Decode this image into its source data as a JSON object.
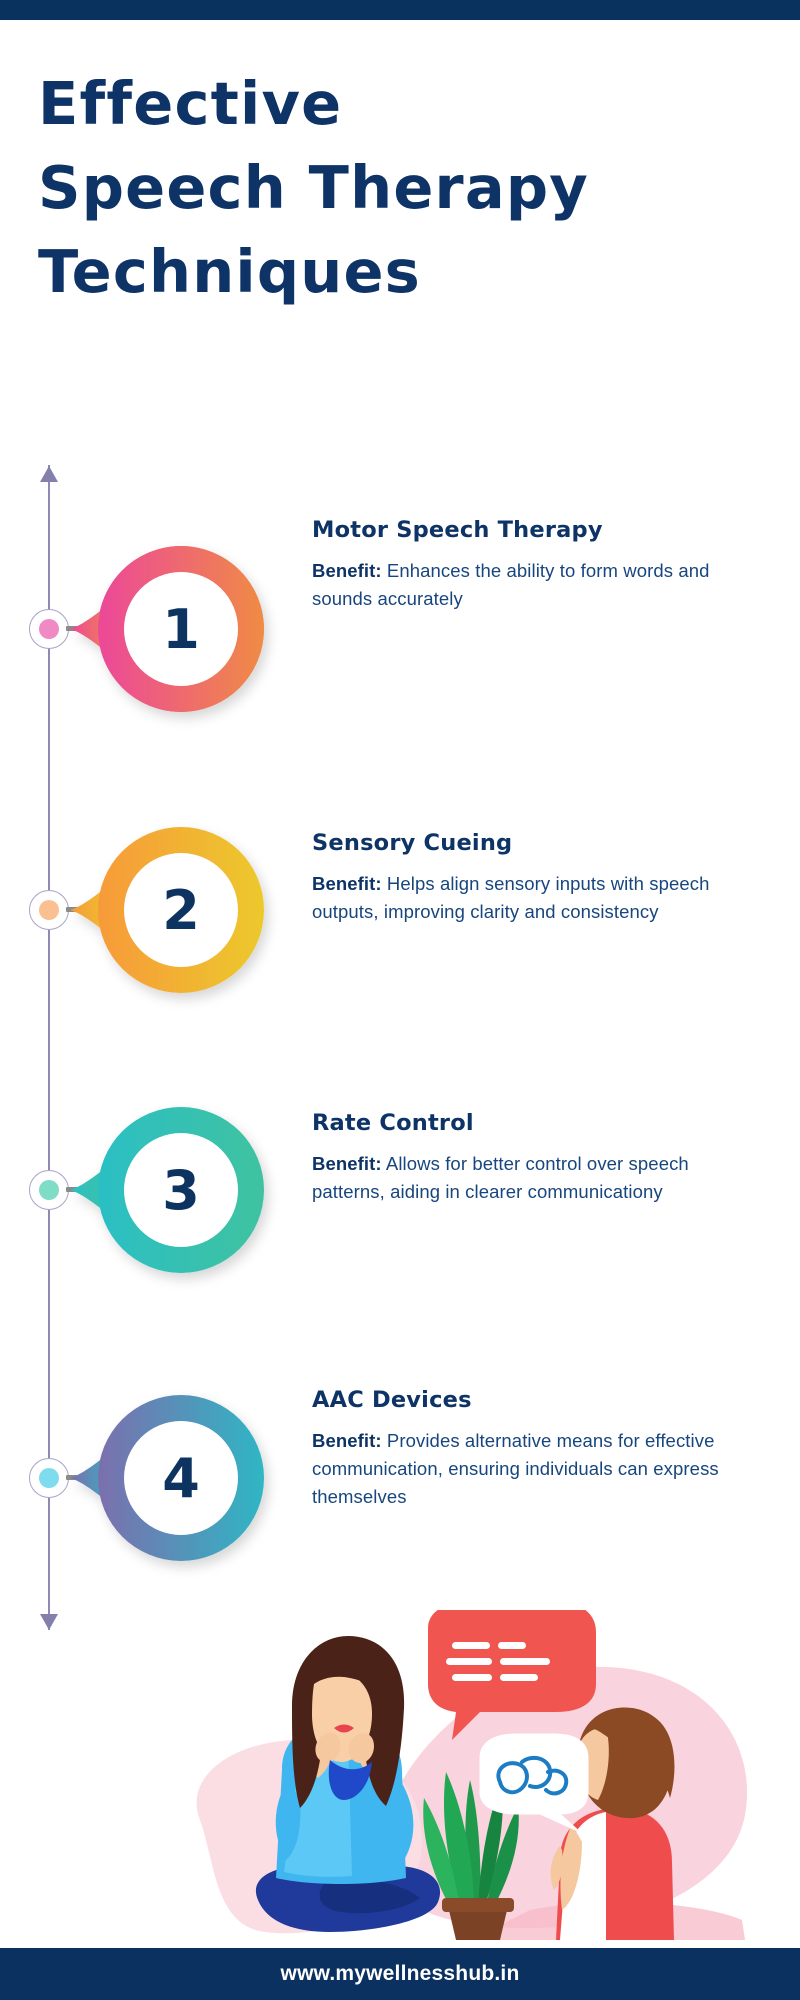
{
  "brand": {
    "navy": "#0a3160",
    "title_color": "#0e3366",
    "body_color": "#17467e"
  },
  "header": {
    "title_line1": "Effective",
    "title_line2": "Speech Therapy",
    "title_line3": "Techniques"
  },
  "timeline": {
    "arrow_color": "#8380ab",
    "line_color": "#8f8ab4",
    "arrow_up_icon": "arrow-up-icon",
    "arrow_down_icon": "arrow-down-icon"
  },
  "steps": [
    {
      "number": "1",
      "title": "Motor Speech Therapy",
      "benefit_label": "Benefit:",
      "benefit_text": " Enhances the ability to form words and sounds accurately",
      "gradient_from": "#ec4899",
      "gradient_to": "#f08b45",
      "dot_color": "#f08ac4"
    },
    {
      "number": "2",
      "title": "Sensory Cueing",
      "benefit_label": "Benefit:",
      "benefit_text": " Helps align sensory inputs with speech outputs, improving clarity and consistency",
      "gradient_from": "#f79a3a",
      "gradient_to": "#ecc92c",
      "dot_color": "#fbc091"
    },
    {
      "number": "3",
      "title": "Rate Control",
      "benefit_label": "Benefit:",
      "benefit_text": " Allows for better control over speech patterns, aiding in clearer communicationy",
      "gradient_from": "#2bbfc4",
      "gradient_to": "#3fc2a0",
      "dot_color": "#7fdcc6"
    },
    {
      "number": "4",
      "title": "AAC Devices",
      "benefit_label": "Benefit:",
      "benefit_text": " Provides alternative means for effective communication, ensuring individuals can express themselves",
      "gradient_from": "#7b6fae",
      "gradient_to": "#2fb6c4",
      "dot_color": "#7fdcee"
    }
  ],
  "illustration": {
    "name": "speech-therapy-session-illustration",
    "blob_color": "#f9d4dc",
    "therapist_top_color": "#2aa8e8",
    "therapist_hair_color": "#4a2218",
    "child_vest_color": "#ef4d4d",
    "plant_leaf_color": "#1f9a4d",
    "speech_bubble_red": "#f0564f",
    "speech_bubble_white": "#ffffff",
    "scribble_color": "#1c7cc4"
  },
  "footer": {
    "url": "www.mywellnesshub.in"
  }
}
